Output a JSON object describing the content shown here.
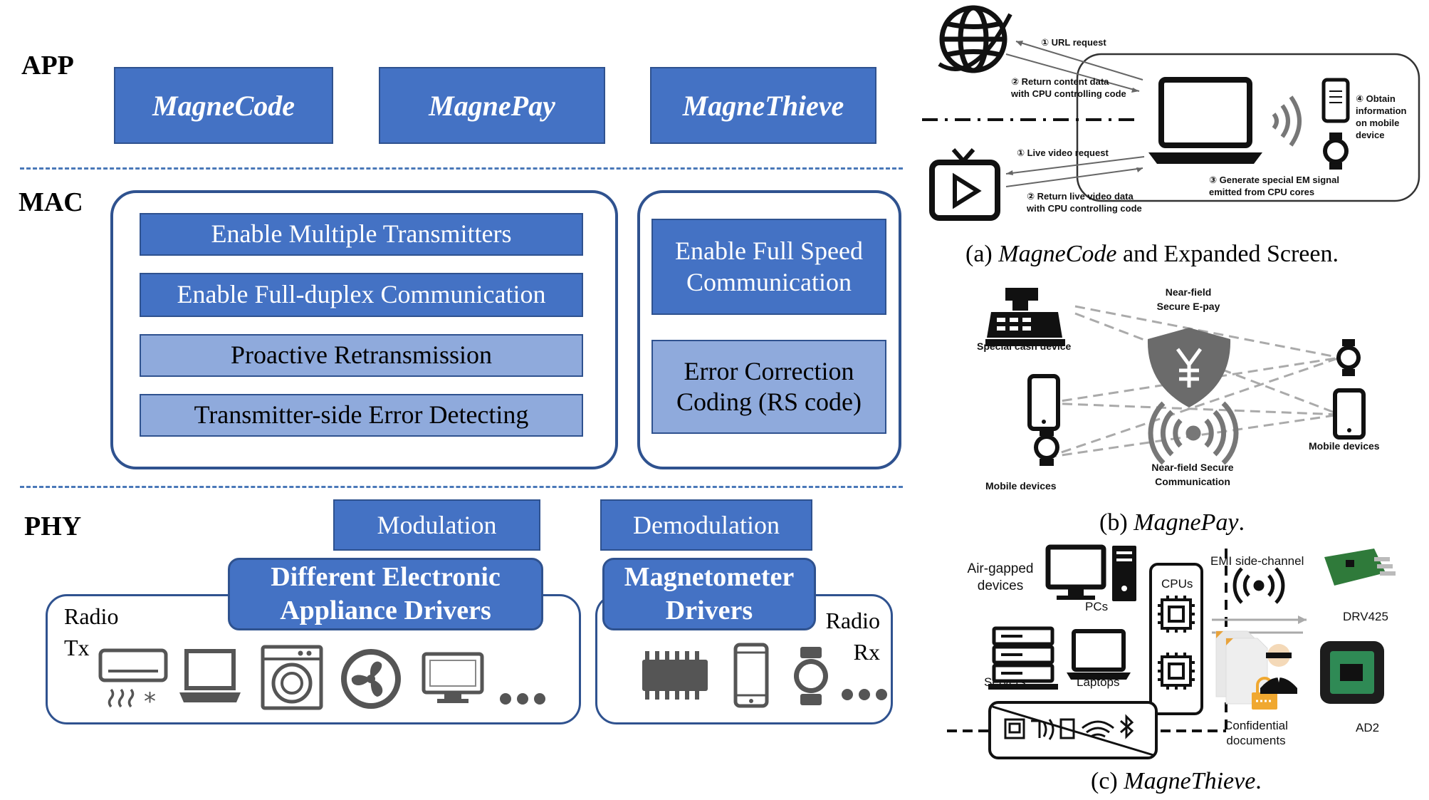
{
  "layers": {
    "app": "APP",
    "mac": "MAC",
    "phy": "PHY"
  },
  "app_boxes": [
    "MagneCode",
    "MagnePay",
    "MagneThieve"
  ],
  "mac_left": [
    "Enable Multiple Transmitters",
    "Enable Full-duplex Communication",
    "Proactive Retransmission",
    "Transmitter-side Error Detecting"
  ],
  "mac_right": [
    [
      "Enable Full Speed",
      "Communication"
    ],
    [
      "Error Correction",
      "Coding (RS code)"
    ]
  ],
  "phy": {
    "modulation": "Modulation",
    "demodulation": "Demodulation",
    "tx_drivers": [
      "Different Electronic",
      "Appliance Drivers"
    ],
    "rx_drivers": [
      "Magnetometer",
      "Drivers"
    ],
    "radio_tx": [
      "Radio",
      "Tx"
    ],
    "radio_rx": [
      "Radio",
      "Rx"
    ]
  },
  "panel_a": {
    "url_request": "① URL request",
    "return_content": [
      "② Return content data",
      "with CPU controlling code"
    ],
    "obtain_info": [
      "④ Obtain",
      "information",
      "on mobile",
      "device"
    ],
    "live_video": "① Live video request",
    "return_live": [
      "② Return live video data",
      "with CPU controlling code"
    ],
    "generate_em": [
      "③ Generate special EM signal",
      "emitted from CPU cores"
    ],
    "caption_prefix": "(a) ",
    "caption_italic": "MagneCode",
    "caption_suffix": " and Expanded Screen."
  },
  "panel_b": {
    "near_field_epay": [
      "Near-field",
      "Secure E-pay"
    ],
    "special_cash": "Special cash device",
    "near_field_comm": [
      "Near-field Secure",
      "Communication"
    ],
    "mobile_left": "Mobile devices",
    "mobile_right": "Mobile devices",
    "caption_prefix": "(b) ",
    "caption_italic": "MagnePay",
    "caption_suffix": "."
  },
  "panel_c": {
    "air_gapped": [
      "Air-gapped",
      "devices"
    ],
    "pcs": "PCs",
    "cpus": "CPUs",
    "emi": "EMI side-channel",
    "drv425": "DRV425",
    "servers": "Servers",
    "laptops": "Laptops",
    "confidential": [
      "Confidential",
      "documents"
    ],
    "ad2": "AD2",
    "caption_prefix": "(c) ",
    "caption_italic": "MagneThieve",
    "caption_suffix": "."
  }
}
